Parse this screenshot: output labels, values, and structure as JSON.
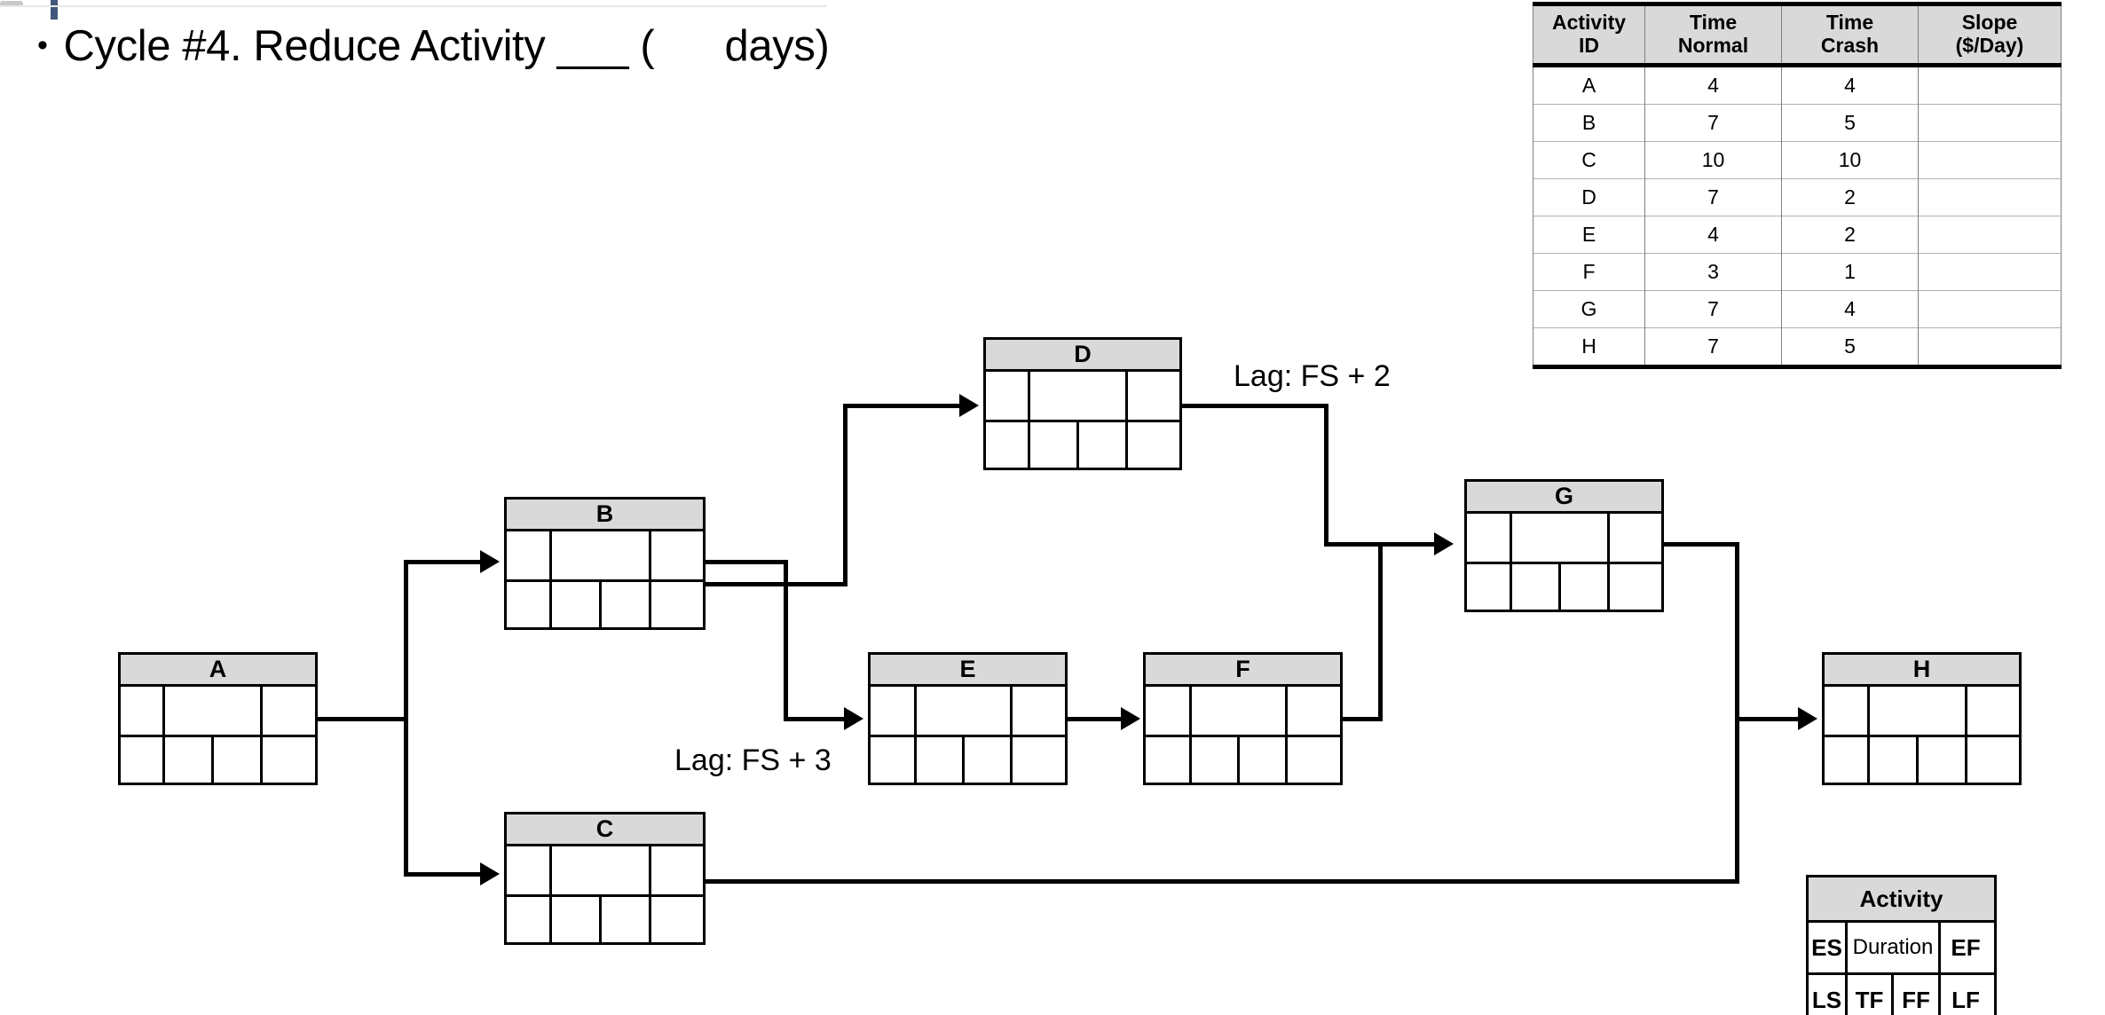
{
  "slide": {
    "bullet_glyph": "•",
    "title_text": "Cycle #4. Reduce Activity ___ (      days)"
  },
  "crash_table": {
    "headers": [
      "Activity\nID",
      "Time\nNormal",
      "Time\nCrash",
      "Slope\n($/Day)"
    ],
    "headers_flat": [
      "Activity ID",
      "Time Normal",
      "Time Crash",
      "Slope ($/Day)"
    ],
    "rows": [
      {
        "id": "A",
        "time_normal": "4",
        "time_crash": "4",
        "slope": ""
      },
      {
        "id": "B",
        "time_normal": "7",
        "time_crash": "5",
        "slope": ""
      },
      {
        "id": "C",
        "time_normal": "10",
        "time_crash": "10",
        "slope": ""
      },
      {
        "id": "D",
        "time_normal": "7",
        "time_crash": "2",
        "slope": ""
      },
      {
        "id": "E",
        "time_normal": "4",
        "time_crash": "2",
        "slope": ""
      },
      {
        "id": "F",
        "time_normal": "3",
        "time_crash": "1",
        "slope": ""
      },
      {
        "id": "G",
        "time_normal": "7",
        "time_crash": "4",
        "slope": ""
      },
      {
        "id": "H",
        "time_normal": "7",
        "time_crash": "5",
        "slope": ""
      }
    ]
  },
  "network": {
    "nodes": [
      {
        "key": "A",
        "label": "A"
      },
      {
        "key": "B",
        "label": "B"
      },
      {
        "key": "C",
        "label": "C"
      },
      {
        "key": "D",
        "label": "D"
      },
      {
        "key": "E",
        "label": "E"
      },
      {
        "key": "F",
        "label": "F"
      },
      {
        "key": "G",
        "label": "G"
      },
      {
        "key": "H",
        "label": "H"
      }
    ],
    "lag_labels": [
      {
        "key": "lag_d_g",
        "text": "Lag: FS + 2"
      },
      {
        "key": "lag_b_e",
        "text": "Lag: FS + 3"
      }
    ]
  },
  "legend": {
    "title": "Activity",
    "row1": [
      "ES",
      "Duration",
      "EF"
    ],
    "row2": [
      "LS",
      "TF",
      "FF",
      "LF"
    ]
  },
  "colors": {
    "node_header_fill": "#d9d9d9",
    "table_header_fill": "#d9d9d9",
    "line": "#000000",
    "background": "#ffffff"
  }
}
